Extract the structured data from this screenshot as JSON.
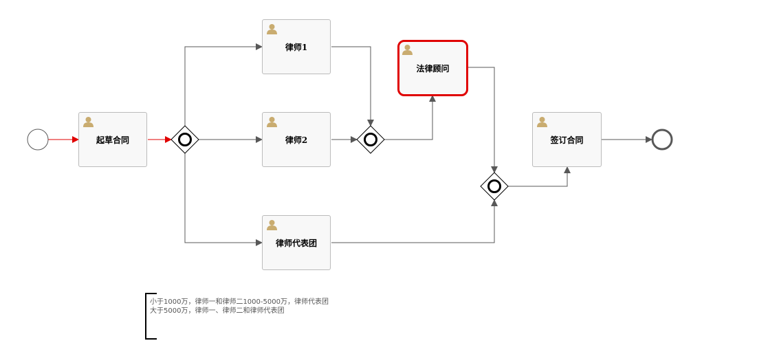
{
  "diagram": {
    "tasks": {
      "draft_contract": "起草合同",
      "lawyer_1": "律师1",
      "lawyer_2": "律师2",
      "lawyer_team": "律师代表团",
      "legal_advisor": "法律顾问",
      "sign_contract": "签订合同"
    },
    "annotation": "小于1000万，律师一和律师二1000-5000万，律师代表团大于5000万，律师一、律师二和律师代表团",
    "active_task": "legal_advisor",
    "colors": {
      "active_flow": "#e00000",
      "flow": "#585858",
      "task_border": "#bbbbbb",
      "task_fill": "#f8f8f8",
      "user_icon": "#c9ac70"
    },
    "icons": [
      "user-icon",
      "start-event",
      "end-event",
      "inclusive-gateway"
    ]
  }
}
